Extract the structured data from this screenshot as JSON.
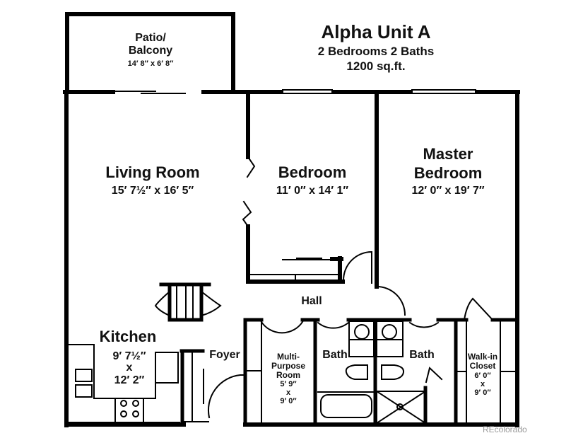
{
  "header": {
    "title": "Alpha Unit A",
    "subtitle": "2 Bedrooms 2 Baths",
    "area": "1200 sq.ft."
  },
  "rooms": {
    "patio": {
      "name_line1": "Patio/",
      "name_line2": "Balcony",
      "dims": "14′ 8″ x 6′ 8″"
    },
    "living": {
      "name": "Living Room",
      "dims": "15′ 7½″ x 16′ 5″"
    },
    "bedroom": {
      "name": "Bedroom",
      "dims": "11′ 0″ x 14′ 1″"
    },
    "master": {
      "name_line1": "Master",
      "name_line2": "Bedroom",
      "dims": "12′ 0″ x 19′ 7″"
    },
    "hall": {
      "name": "Hall"
    },
    "kitchen": {
      "name": "Kitchen",
      "dims_line1": "9′ 7½″",
      "dims_x": "x",
      "dims_line2": "12′ 2″"
    },
    "foyer": {
      "name": "Foyer"
    },
    "multi": {
      "name_line1": "Multi-",
      "name_line2": "Purpose",
      "name_line3": "Room",
      "dims_line1": "5′ 9″",
      "dims_x": "x",
      "dims_line2": "9′ 0″"
    },
    "bath1": {
      "name": "Bath"
    },
    "bath2": {
      "name": "Bath"
    },
    "closet": {
      "name_line1": "Walk-in",
      "name_line2": "Closet",
      "dims_line1": "6′ 0″",
      "dims_x": "x",
      "dims_line2": "9′ 0″"
    }
  },
  "watermark": "REcolorado"
}
